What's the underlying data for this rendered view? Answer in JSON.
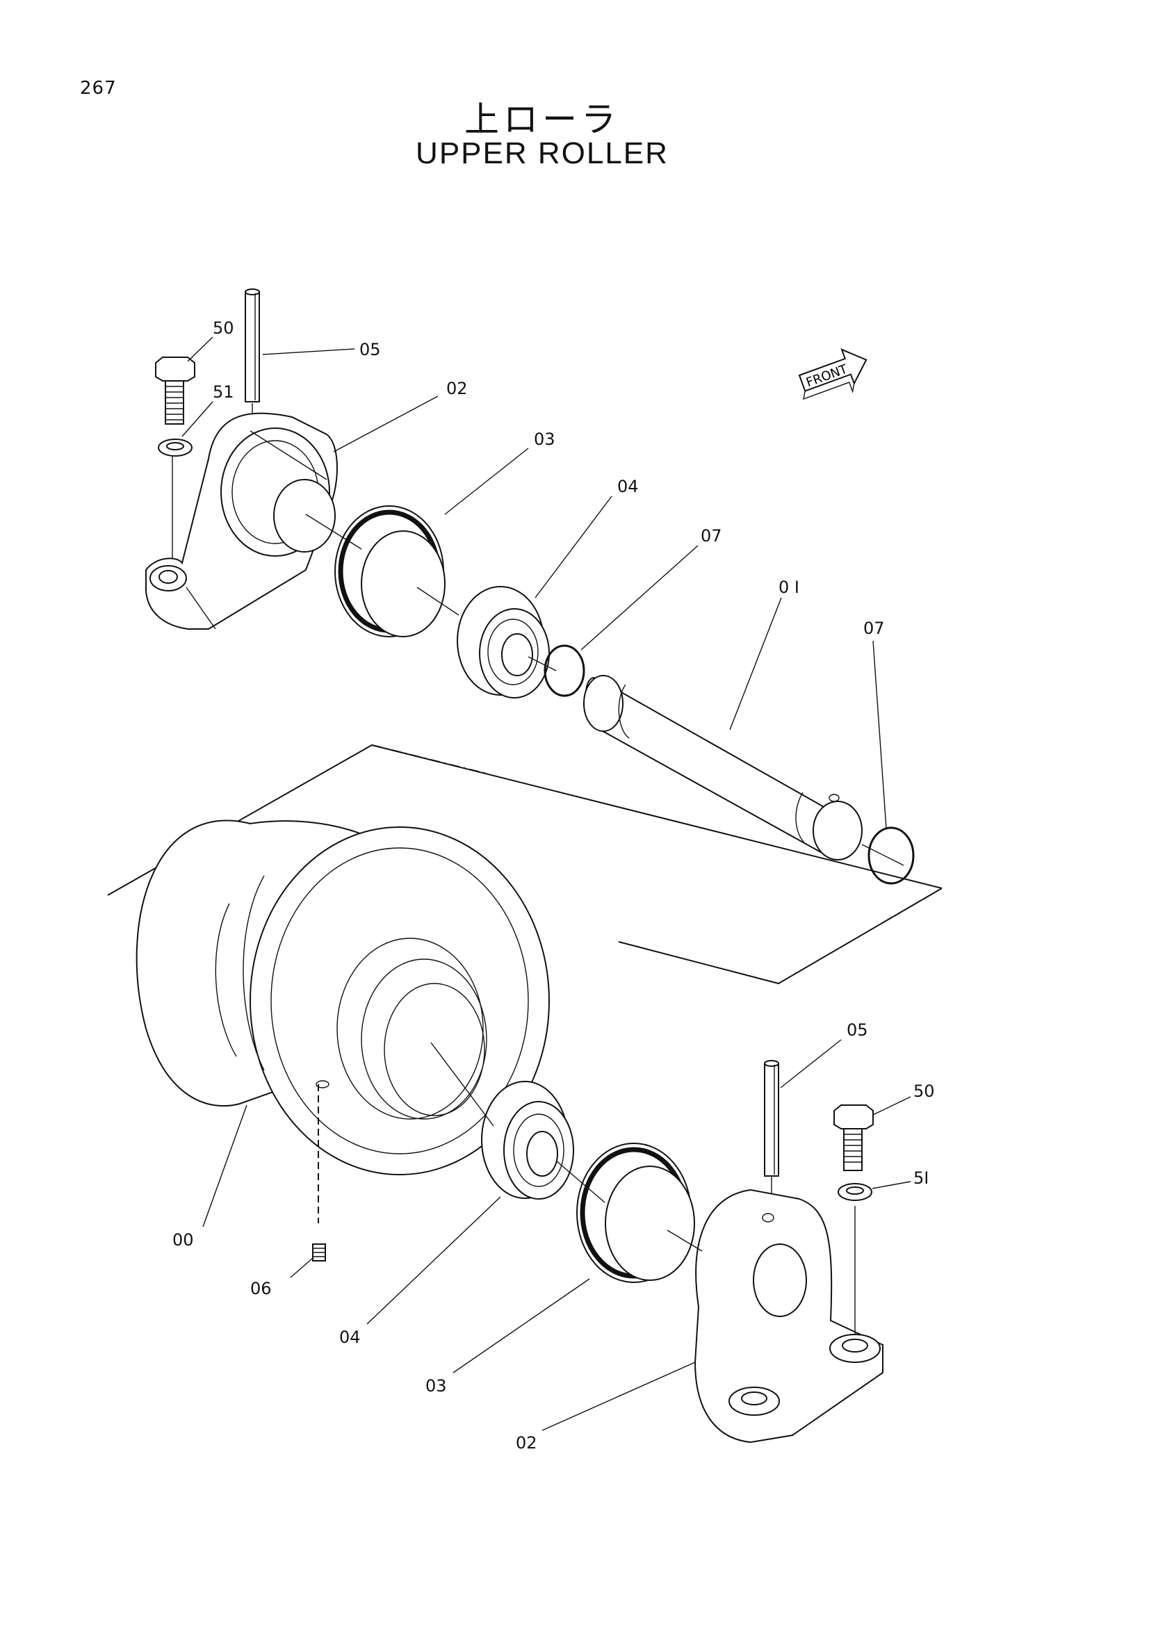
{
  "page": {
    "number": "267"
  },
  "title": {
    "japanese": "上ローラ",
    "english": "UPPER ROLLER"
  },
  "front_marker": {
    "label": "FRONT"
  },
  "callouts": {
    "c05_top": "05",
    "c50_top": "50",
    "c51_top": "51",
    "c02_top": "02",
    "c03_top": "03",
    "c04_top": "04",
    "c07_left": "07",
    "c01": "0 I",
    "c07_right": "07",
    "c05_bottom": "05",
    "c50_bottom": "50",
    "c51_bottom": "5I",
    "c00": "00",
    "c06": "06",
    "c04_bottom": "04",
    "c03_bottom": "03",
    "c02_bottom": "02"
  }
}
